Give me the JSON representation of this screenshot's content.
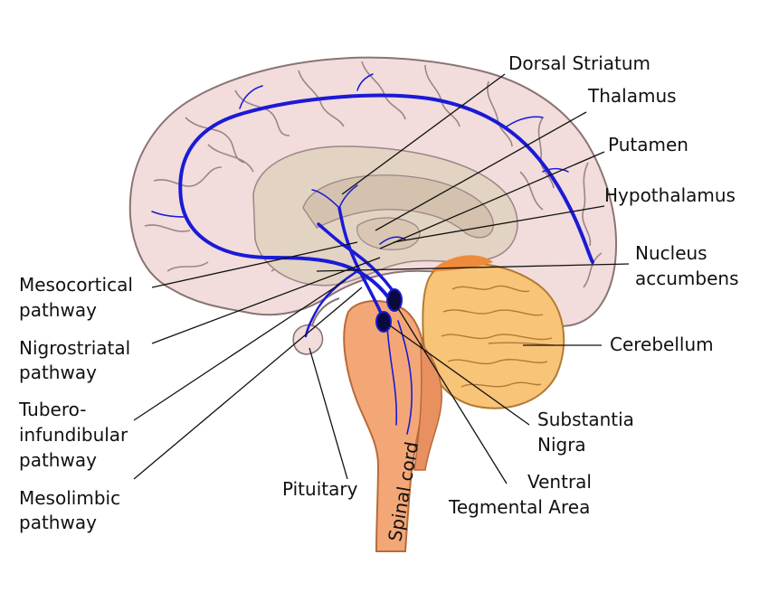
{
  "labels": {
    "dorsal_striatum": "Dorsal Striatum",
    "thalamus": "Thalamus",
    "putamen": "Putamen",
    "hypothalamus": "Hypothalamus",
    "nucleus_accumbens_1": "Nucleus",
    "nucleus_accumbens_2": "accumbens",
    "cerebellum": "Cerebellum",
    "substantia_nigra_1": "Substantia",
    "substantia_nigra_2": "Nigra",
    "ventral_tegmental_1": "Ventral",
    "ventral_tegmental_2": "Tegmental Area",
    "pituitary": "Pituitary",
    "spinal_cord": "Spinal cord",
    "mesocortical_1": "Mesocortical",
    "mesocortical_2": "pathway",
    "nigrostriatal_1": "Nigrostriatal",
    "nigrostriatal_2": "pathway",
    "tuberoinfundibular_1": "Tubero-",
    "tuberoinfundibular_2": "infundibular",
    "tuberoinfundibular_3": "pathway",
    "mesolimbic_1": "Mesolimbic",
    "mesolimbic_2": "pathway"
  },
  "colors": {
    "cortex_fill": "#f2dcdc",
    "cortex_stroke": "#8a7474",
    "inner_fill": "#e2d3c3",
    "inner_deep": "#d4c2ae",
    "brainstem": "#f3a777",
    "cerebellum": "#f8c477",
    "cerebellum_dark": "#ee8a3c",
    "pathway": "#1a1ad6",
    "nucleus": "#0a0a40"
  }
}
